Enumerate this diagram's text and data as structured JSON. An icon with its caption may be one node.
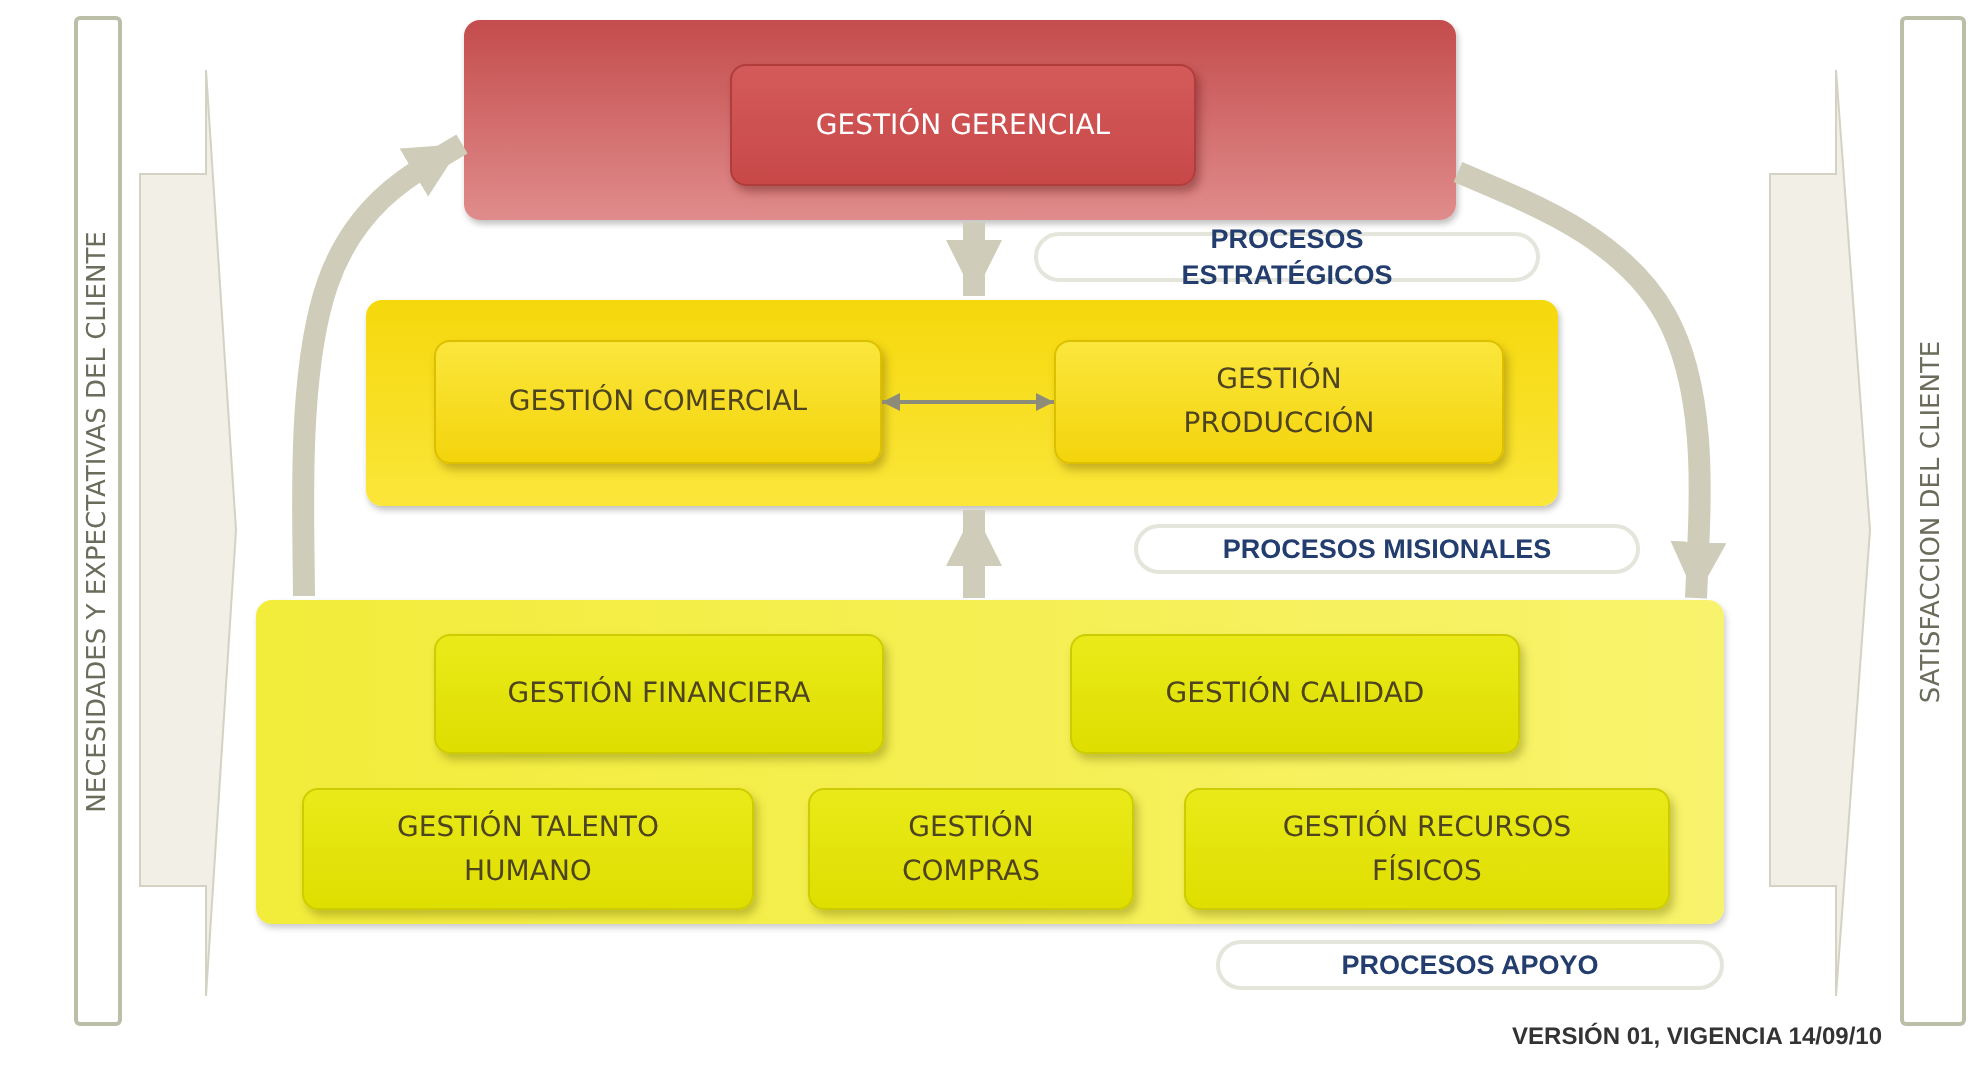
{
  "diagram": {
    "nodes": [
      {
        "text": [
          "NECESIDADES Y EXPECTATIVAS DEL CLIENTE"
        ]
      },
      {
        "text": [],
        "shape": "box"
      },
      {
        "text": [
          "GESTIÓN GERENCIAL"
        ],
        "in": 1
      },
      {
        "text": [
          "PROCESOS ESTRATÉGICOS"
        ]
      },
      {
        "text": [],
        "shape": "box"
      },
      {
        "text": [
          "GESTIÓN COMERCIAL"
        ],
        "in": 4
      },
      {
        "text": [
          "GESTIÓN PRODUCCIÓN"
        ],
        "in": 4
      },
      {
        "text": [
          "PROCESOS MISIONALES"
        ]
      },
      {
        "text": [],
        "shape": "box"
      },
      {
        "text": [
          "GESTIÓN FINANCIERA"
        ],
        "in": 8
      },
      {
        "text": [
          "GESTIÓN CALIDAD"
        ],
        "in": 8
      },
      {
        "text": [
          "GESTIÓN TALENTO HUMANO"
        ],
        "in": 8
      },
      {
        "text": [
          "GESTIÓN COMPRAS"
        ],
        "in": 8
      },
      {
        "text": [
          "GESTIÓN RECURSOS FÍSICOS"
        ],
        "in": 8
      },
      {
        "text": [
          "PROCESOS APOYO"
        ]
      },
      {
        "text": [
          "SATISFACCION DEL CLIENTE"
        ]
      }
    ],
    "edges": [
      {
        "from": 1,
        "to": 4,
        "arrow": "to"
      },
      {
        "from": 5,
        "to": 6,
        "arrow": "both",
        "color": "#8c8c78"
      },
      {
        "from": 8,
        "to": 4,
        "arrow": "to"
      },
      {
        "from": 8,
        "to": 1,
        "arrow": "to"
      },
      {
        "from": 1,
        "to": 8,
        "arrow": "to"
      }
    ],
    "labels": [
      "VERSIÓN 01, VIGENCIA 14/09/10"
    ]
  }
}
